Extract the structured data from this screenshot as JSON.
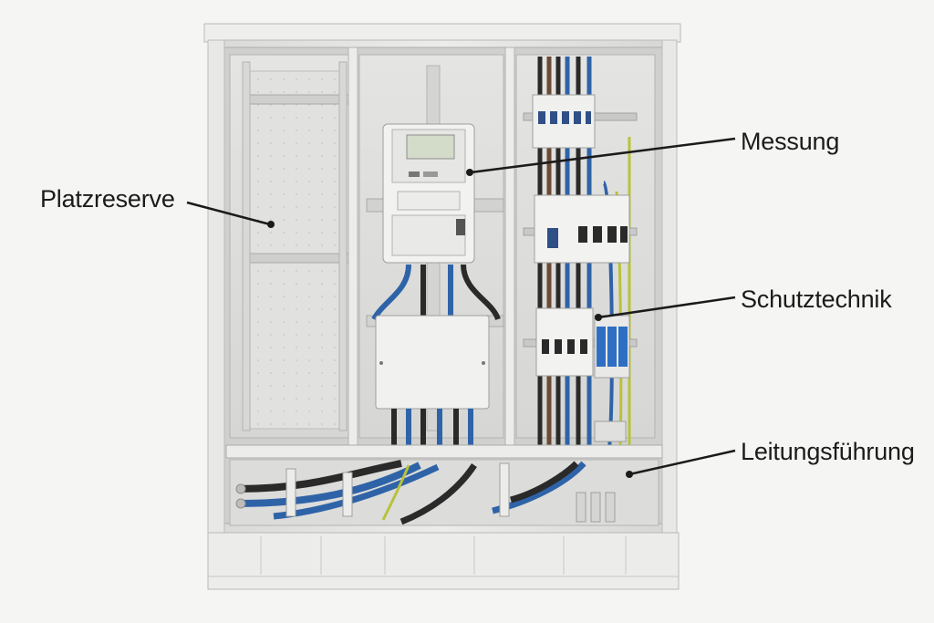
{
  "labels": {
    "platzreserve": "Platzreserve",
    "messung": "Messung",
    "schutztechnik": "Schutztechnik",
    "leitungsfuehrung": "Leitungsführung"
  },
  "colors": {
    "background": "#f5f5f3",
    "cabinet": "#e6e6e4",
    "cabinet_edge": "#b9b9b7",
    "panel": "#dededc",
    "meter_display": "#d3dbc9",
    "cable_blue": "#2f63a8",
    "cable_black": "#2a2a2a",
    "cable_brown": "#6a4b35",
    "cable_green_yellow": "#b8c23a",
    "spd_blue": "#2f6fc3",
    "leader_line": "#1b1b1b"
  }
}
